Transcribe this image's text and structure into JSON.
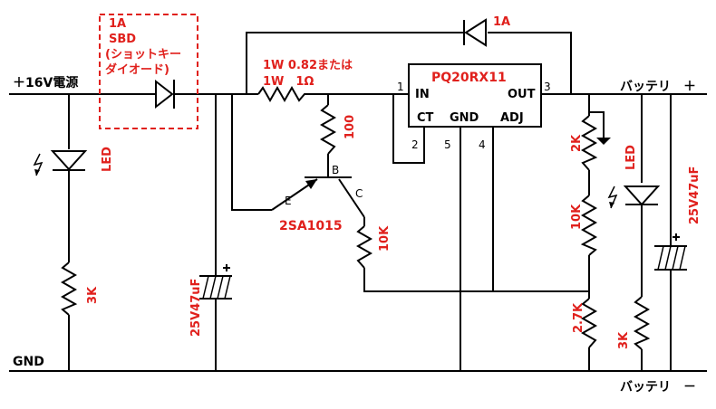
{
  "input_label": "＋16V電源",
  "gnd_label": "GND",
  "battery_plus_label": "バッテリ　＋",
  "battery_minus_label": "バッテリ　－",
  "sbd": {
    "line1": "1A",
    "line2": "SBD",
    "line3": "(ショットキー",
    "line4": "ダイオード)"
  },
  "top_diode_label": "1A",
  "sense_resistor": {
    "line1": "1W 0.82または",
    "line2": "1W　1Ω"
  },
  "regulator": {
    "name": "PQ20RX11",
    "pin_in": "IN",
    "pin_out": "OUT",
    "pin_ct": "CT",
    "pin_gnd": "GND",
    "pin_adj": "ADJ",
    "pin_num_1": "1",
    "pin_num_2": "2",
    "pin_num_3": "3",
    "pin_num_4": "4",
    "pin_num_5": "5"
  },
  "transistor": {
    "name": "2SA1015",
    "b": "B",
    "c": "C",
    "e": "E"
  },
  "r_base": "100",
  "r_collector": "10K",
  "r_led_left": "3K",
  "led_left": "LED",
  "cap_left": "25V47uF",
  "vr_2k": "2K",
  "r_10k_right": "10K",
  "r_27k": "2.7K",
  "led_right": "LED",
  "r_3k_right": "3K",
  "cap_right": "25V47uF",
  "colors": {
    "wire": "#000000",
    "annotation": "#e0201c"
  }
}
